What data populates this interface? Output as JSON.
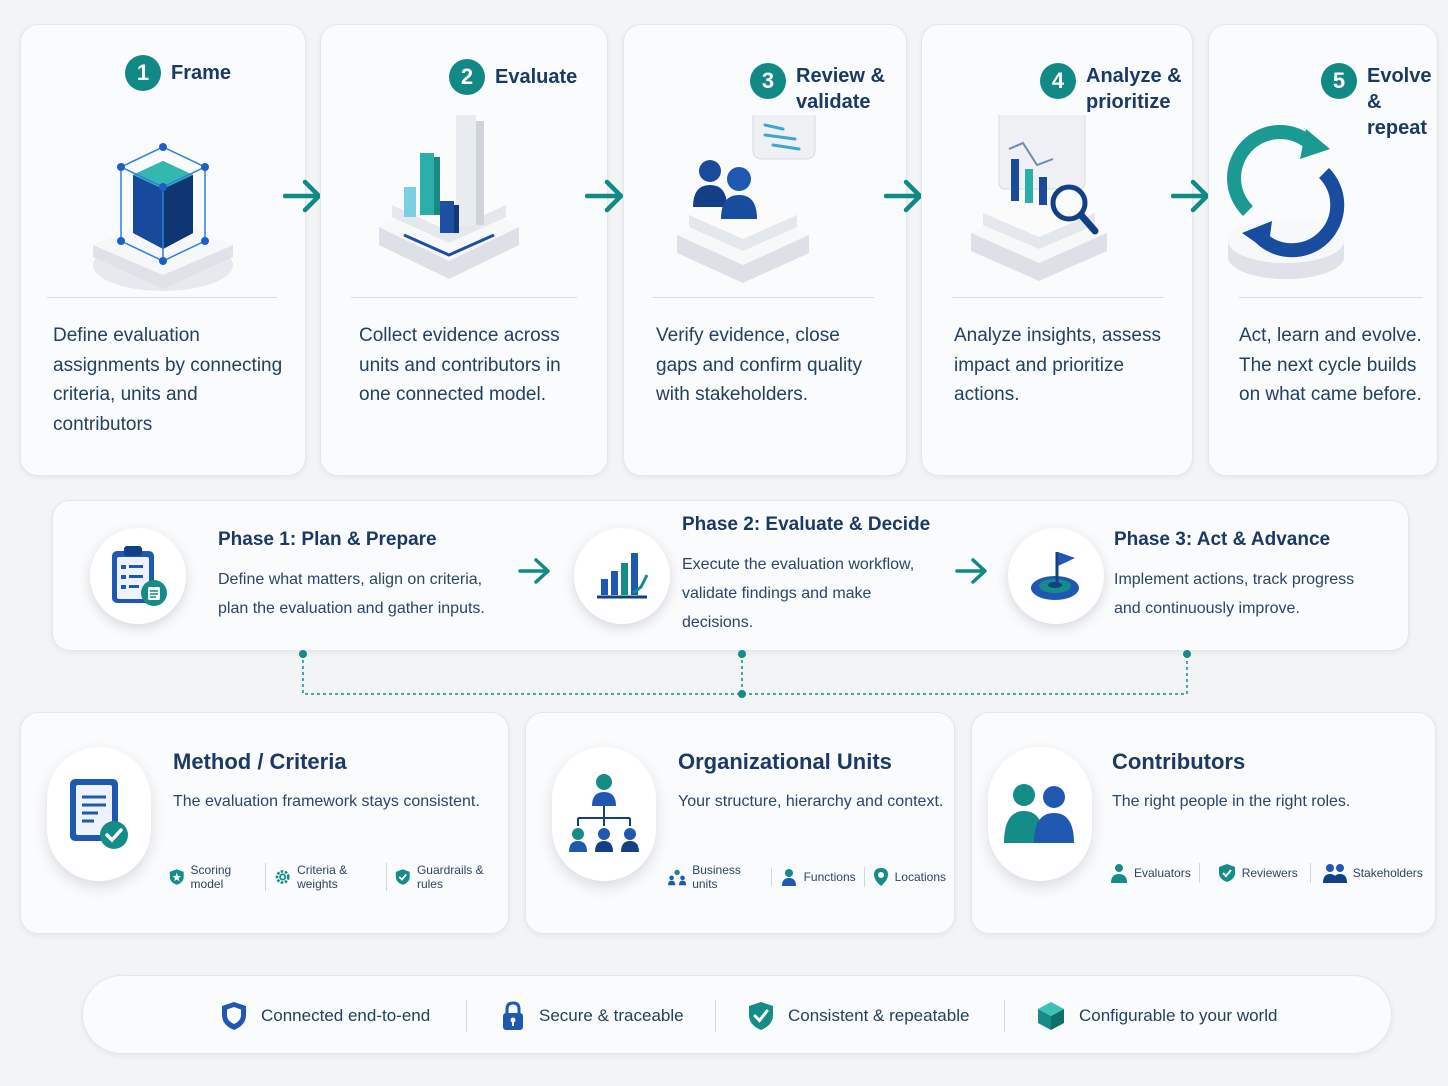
{
  "steps": [
    {
      "num": "1",
      "title": "Frame",
      "desc": "Define evaluation assignments by connecting criteria, units and contributors"
    },
    {
      "num": "2",
      "title": "Evaluate",
      "desc": "Collect evidence across units and contributors in one connected model."
    },
    {
      "num": "3",
      "title": "Review & validate",
      "desc": "Verify evidence, close gaps and confirm quality with stakeholders."
    },
    {
      "num": "4",
      "title": "Analyze & prioritize",
      "desc": "Analyze insights, assess impact and prioritize actions."
    },
    {
      "num": "5",
      "title": "Evolve & repeat",
      "desc": "Act, learn and evolve. The next cycle builds on what came before."
    }
  ],
  "phases": [
    {
      "title": "Phase 1: Plan & Prepare",
      "desc": "Define what matters, align on criteria, plan the evaluation and gather inputs.",
      "icon": "clipboard-icon"
    },
    {
      "title": "Phase 2: Evaluate & Decide",
      "desc": "Execute the evaluation workflow, validate findings and make decisions.",
      "icon": "bar-chart-icon"
    },
    {
      "title": "Phase 3: Act & Advance",
      "desc": "Implement actions, track progress and continuously improve.",
      "icon": "flag-target-icon"
    }
  ],
  "pillars": [
    {
      "title": "Method / Criteria",
      "desc": "The evaluation framework stays consistent.",
      "tags": [
        "Scoring model",
        "Criteria & weights",
        "Guardrails & rules"
      ]
    },
    {
      "title": "Organizational Units",
      "desc": "Your structure, hierarchy and context.",
      "tags": [
        "Business units",
        "Functions",
        "Locations"
      ]
    },
    {
      "title": "Contributors",
      "desc": "The right people in the right roles.",
      "tags": [
        "Evaluators",
        "Reviewers",
        "Stakeholders"
      ]
    }
  ],
  "footer": [
    "Connected end-to-end",
    "Secure & traceable",
    "Consistent & repeatable",
    "Configurable to your world"
  ],
  "colors": {
    "teal": "#118a86",
    "navy": "#1b3a63",
    "blue": "#1e4f9a"
  }
}
